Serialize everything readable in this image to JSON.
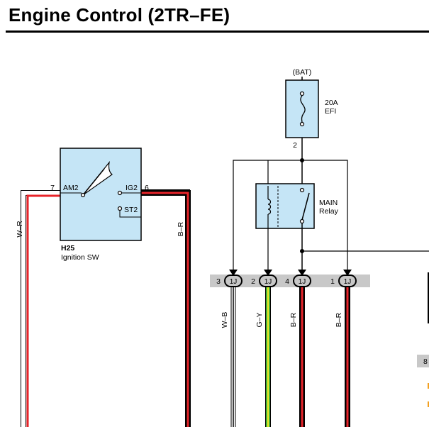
{
  "page": {
    "title": "Engine Control (2TR–FE)"
  },
  "colors": {
    "component_fill": "#c5e5f6",
    "wire_red": "#e8242a",
    "wire_green": "#3cae39",
    "wire_yellow": "#f3ea25",
    "wire_black": "#000000",
    "connector_strip": "#c8c8c8"
  },
  "fuse": {
    "source": "(BAT)",
    "rating": "20A",
    "name": "EFI",
    "pin": "2",
    "icon": "fuse-icon"
  },
  "relay": {
    "name_line1": "MAIN",
    "name_line2": "Relay",
    "icons": [
      "relay-coil-icon",
      "relay-switch-icon"
    ]
  },
  "ignition_switch": {
    "code": "H25",
    "name": "Ignition SW",
    "terminals": {
      "am2": "AM2",
      "ig2": "IG2",
      "st2": "ST2"
    },
    "pins": {
      "left": "7",
      "right": "6"
    }
  },
  "wires": {
    "left": "W–R",
    "right": "B–R"
  },
  "connector": {
    "label": "1J",
    "pins": [
      {
        "num": "3",
        "wire": "W–B"
      },
      {
        "num": "2",
        "wire": "G–Y"
      },
      {
        "num": "4",
        "wire": "B–R"
      },
      {
        "num": "1",
        "wire": "B–R"
      }
    ]
  },
  "edge_label": "8"
}
